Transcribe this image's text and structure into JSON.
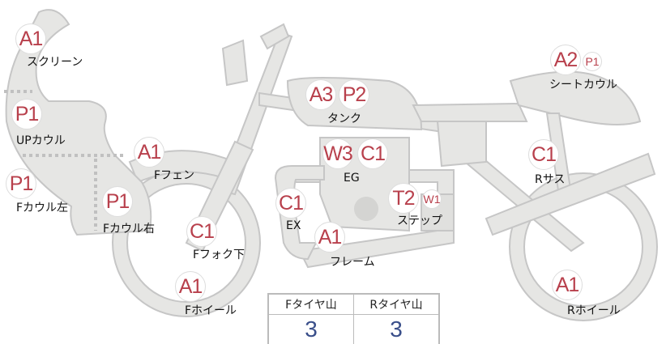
{
  "parts": [
    {
      "id": "screen",
      "label": "スクリーン",
      "badges": [
        "A1"
      ]
    },
    {
      "id": "up-cowl",
      "label": "UPカウル",
      "badges": [
        "P1"
      ]
    },
    {
      "id": "f-cowl-left",
      "label": "Fカウル左",
      "badges": [
        "P1"
      ]
    },
    {
      "id": "f-cowl-right",
      "label": "Fカウル右",
      "badges": [
        "P1"
      ]
    },
    {
      "id": "f-fender",
      "label": "Fフェン",
      "badges": [
        "A1"
      ]
    },
    {
      "id": "f-fork-lower",
      "label": "Fフォク下",
      "badges": [
        "C1"
      ]
    },
    {
      "id": "f-wheel",
      "label": "Fホイール",
      "badges": [
        "A1"
      ]
    },
    {
      "id": "ex",
      "label": "EX",
      "badges": [
        "C1"
      ]
    },
    {
      "id": "frame",
      "label": "フレーム",
      "badges": [
        "A1"
      ]
    },
    {
      "id": "tank",
      "label": "タンク",
      "badges": [
        "A3",
        "P2"
      ]
    },
    {
      "id": "eg",
      "label": "EG",
      "badges": [
        "W3",
        "C1"
      ]
    },
    {
      "id": "step",
      "label": "ステップ",
      "badges": [
        "T2",
        "W1"
      ]
    },
    {
      "id": "seat-cowl",
      "label": "シートカウル",
      "badges": [
        "A2",
        "P1"
      ]
    },
    {
      "id": "r-sus",
      "label": "Rサス",
      "badges": [
        "C1"
      ]
    },
    {
      "id": "r-wheel",
      "label": "Rホイール",
      "badges": [
        "A1"
      ]
    }
  ],
  "tire_table": {
    "headers": [
      "Fタイヤ山",
      "Rタイヤ山"
    ],
    "values": [
      "3",
      "3"
    ]
  },
  "colors": {
    "badge_text": "#b8404c",
    "body_fill": "#e6e6e4",
    "body_stroke": "#c6c6c6",
    "tire_value": "#3a4f8a"
  }
}
